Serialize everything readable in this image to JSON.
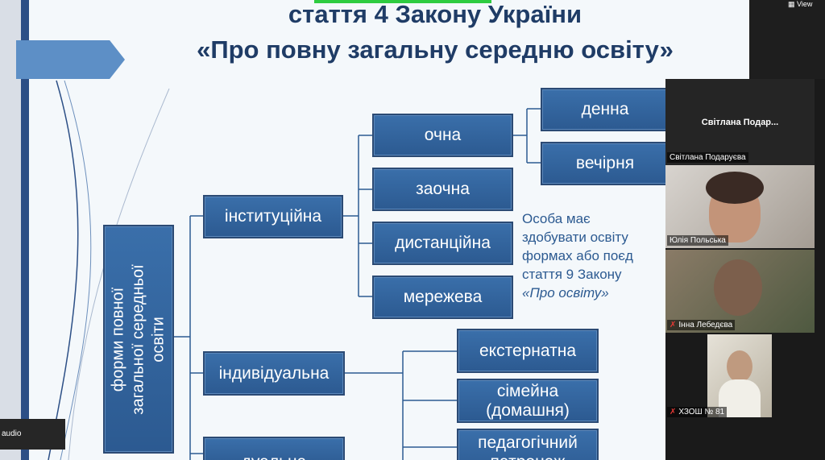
{
  "slide": {
    "title_line1": "стаття 4 Закону України",
    "title_line2": "«Про повну загальну середню освіту»",
    "root_label": "форми повної\nзагальної середньої\nосвіти",
    "branches": {
      "institutional": "інституційна",
      "individual": "індивідуальна",
      "dual": "дуальна"
    },
    "institutional_forms": [
      "очна",
      "заочна",
      "дистанційна",
      "мережева"
    ],
    "ochna_sub": [
      "денна",
      "вечірня"
    ],
    "individual_forms": [
      "екстернатна",
      "сімейна\n(домашня)",
      "педагогічний\nпатронаж"
    ],
    "note": "Особа має право здобувати освіту в різних формах або поєднувати їх –",
    "note_visible_l1": "Особа має",
    "note_visible_l2": "здобувати освіту",
    "note_visible_l3": "формах або поєд",
    "note_visible_l4": "стаття 9 Закону",
    "note_visible_l5": "«Про освіту»"
  },
  "zoom": {
    "active_speaker_name": "Світлана Подар...",
    "participants": [
      {
        "name": "Світлана Подаруєва",
        "muted": false
      },
      {
        "name": "Юлія Польська",
        "muted": false
      },
      {
        "name": "Інна Лебедєва",
        "muted": true
      },
      {
        "name": "ХЗОШ № 81",
        "muted": true
      }
    ],
    "view_label": "View",
    "audio_label": "audio"
  },
  "colors": {
    "box": "#2c5a91",
    "title": "#1f3c66",
    "slide_bg": "#f4f8fb"
  }
}
